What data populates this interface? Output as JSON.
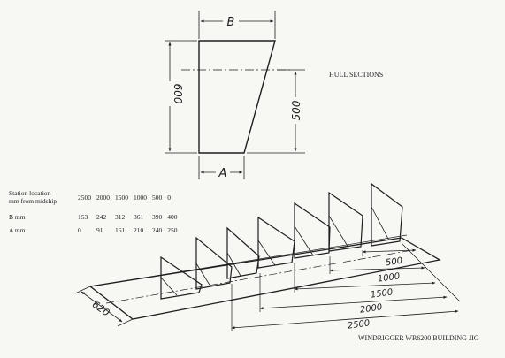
{
  "section": {
    "dim_b": "B",
    "dim_a": "A",
    "dim_600": "600",
    "dim_500": "500"
  },
  "hull_label": "HULL SECTIONS",
  "table": {
    "header_label_1": "Station location",
    "header_label_2": "mm from midship",
    "stations": [
      "2500",
      "2000",
      "1500",
      "1000",
      "500",
      "0"
    ],
    "rows": [
      {
        "label": "B mm",
        "values": [
          "153",
          "242",
          "312",
          "361",
          "390",
          "400"
        ]
      },
      {
        "label": "A mm",
        "values": [
          "0",
          "91",
          "161",
          "210",
          "240",
          "250"
        ]
      }
    ]
  },
  "jig": {
    "dim_width": "620",
    "station_dims": [
      "500",
      "1000",
      "1500",
      "2000",
      "2500"
    ]
  },
  "jig_label": "WINDRIGGER WR6200  BUILDING JIG"
}
